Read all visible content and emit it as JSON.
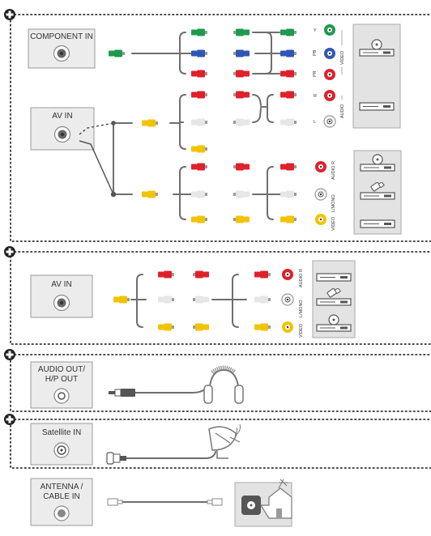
{
  "colors": {
    "green": "#1e9a4e",
    "blue": "#2f56b3",
    "red": "#e0202a",
    "white": "#e6e6e6",
    "yellow": "#f2c300",
    "cable": "#6e6e6e",
    "panel": "#ececec",
    "device_box": "#e3e3e3"
  },
  "sections": {
    "component": {
      "port_label": "COMPONENT IN",
      "jack_labels": [
        "Y",
        "PB",
        "PR",
        "R",
        "L"
      ],
      "group_video": "VIDEO",
      "group_audio": "AUDIO"
    },
    "av1": {
      "port_label": "AV IN",
      "jack_labels": [
        "AUDIO R",
        "L/MONO",
        "VIDEO"
      ]
    },
    "av2": {
      "port_label": "AV IN",
      "jack_labels": [
        "AUDIO R",
        "L/MONO",
        "VIDEO"
      ]
    },
    "audio_out": {
      "port_label_1": "AUDIO OUT/",
      "port_label_2": "H/P OUT"
    },
    "satellite": {
      "port_label": "Satellite IN"
    },
    "antenna": {
      "port_label_1": "ANTENNA /",
      "port_label_2": "CABLE IN"
    }
  },
  "icons": [
    "plus-icon",
    "dvd-player-icon",
    "vcr-icon",
    "camcorder-icon",
    "headphones-icon",
    "satellite-dish-icon",
    "antenna-house-icon"
  ]
}
